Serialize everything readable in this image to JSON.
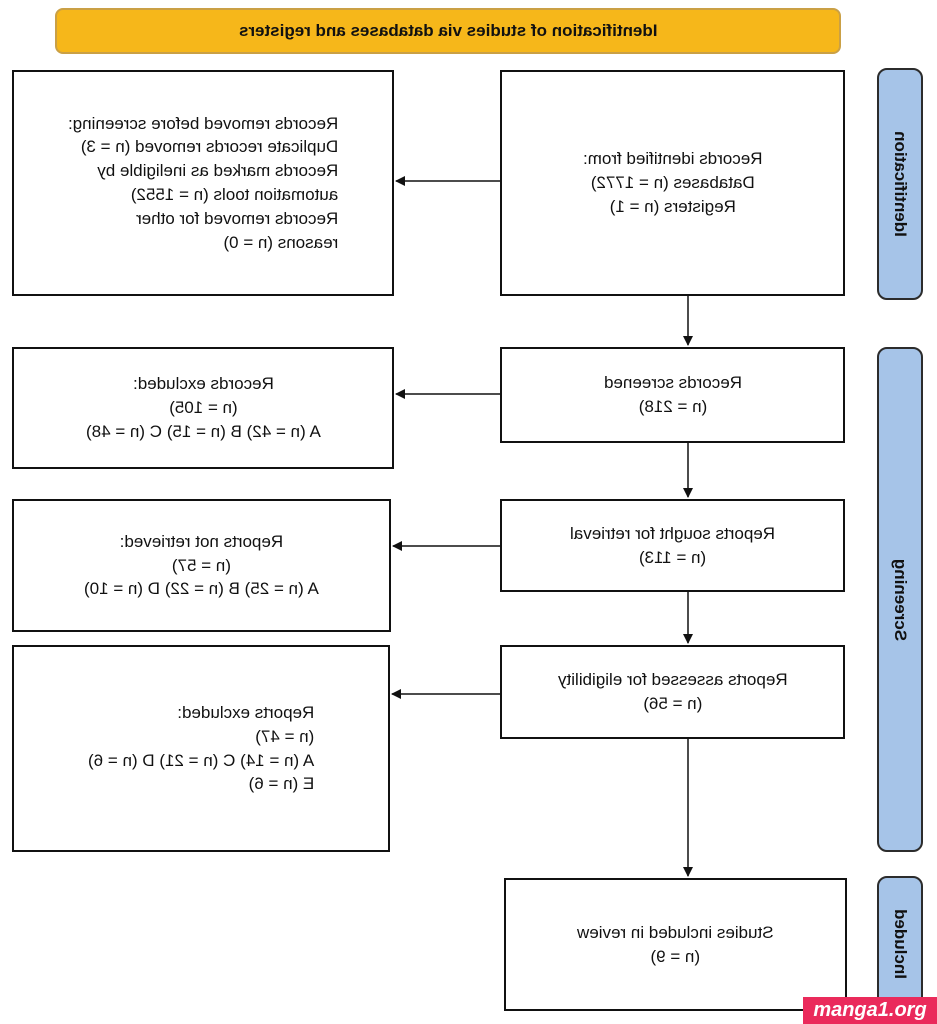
{
  "header": {
    "title": "Identification of studies via databases and registers"
  },
  "phases": {
    "identification": "Identification",
    "screening": "Screening",
    "included": "Included"
  },
  "boxes": {
    "records_identified": "Records identified from:\nDatabases (n = 1772)\nRegisters (n = 1)",
    "records_removed": "Records removed before screening:\nDuplicate records removed (n = 3)\nRecords marked as ineligible by\nautomation tools (n = 1552)\nRecords removed for other\nreasons (n = 0)",
    "records_screened": "Records screened\n(n = 218)",
    "records_excluded": "Records excluded:\n(n = 105)\nA (n = 42) B (n = 15) C (n = 48)",
    "reports_sought": "Reports sought for retrieval\n(n = 113)",
    "reports_not_retrieved": "Reports not retrieved:\n(n = 57)\nA (n = 25) B (n = 22) D (n = 10)",
    "reports_assessed": "Reports assessed for eligibility\n(n = 56)",
    "reports_excluded": "Reports excluded:\n(n = 47)\nA (n = 14) C (n = 21) D (n = 6)\nE (n = 6)",
    "studies_included": "Studies included in review\n(n = 9)"
  },
  "watermark": "manga1.org"
}
